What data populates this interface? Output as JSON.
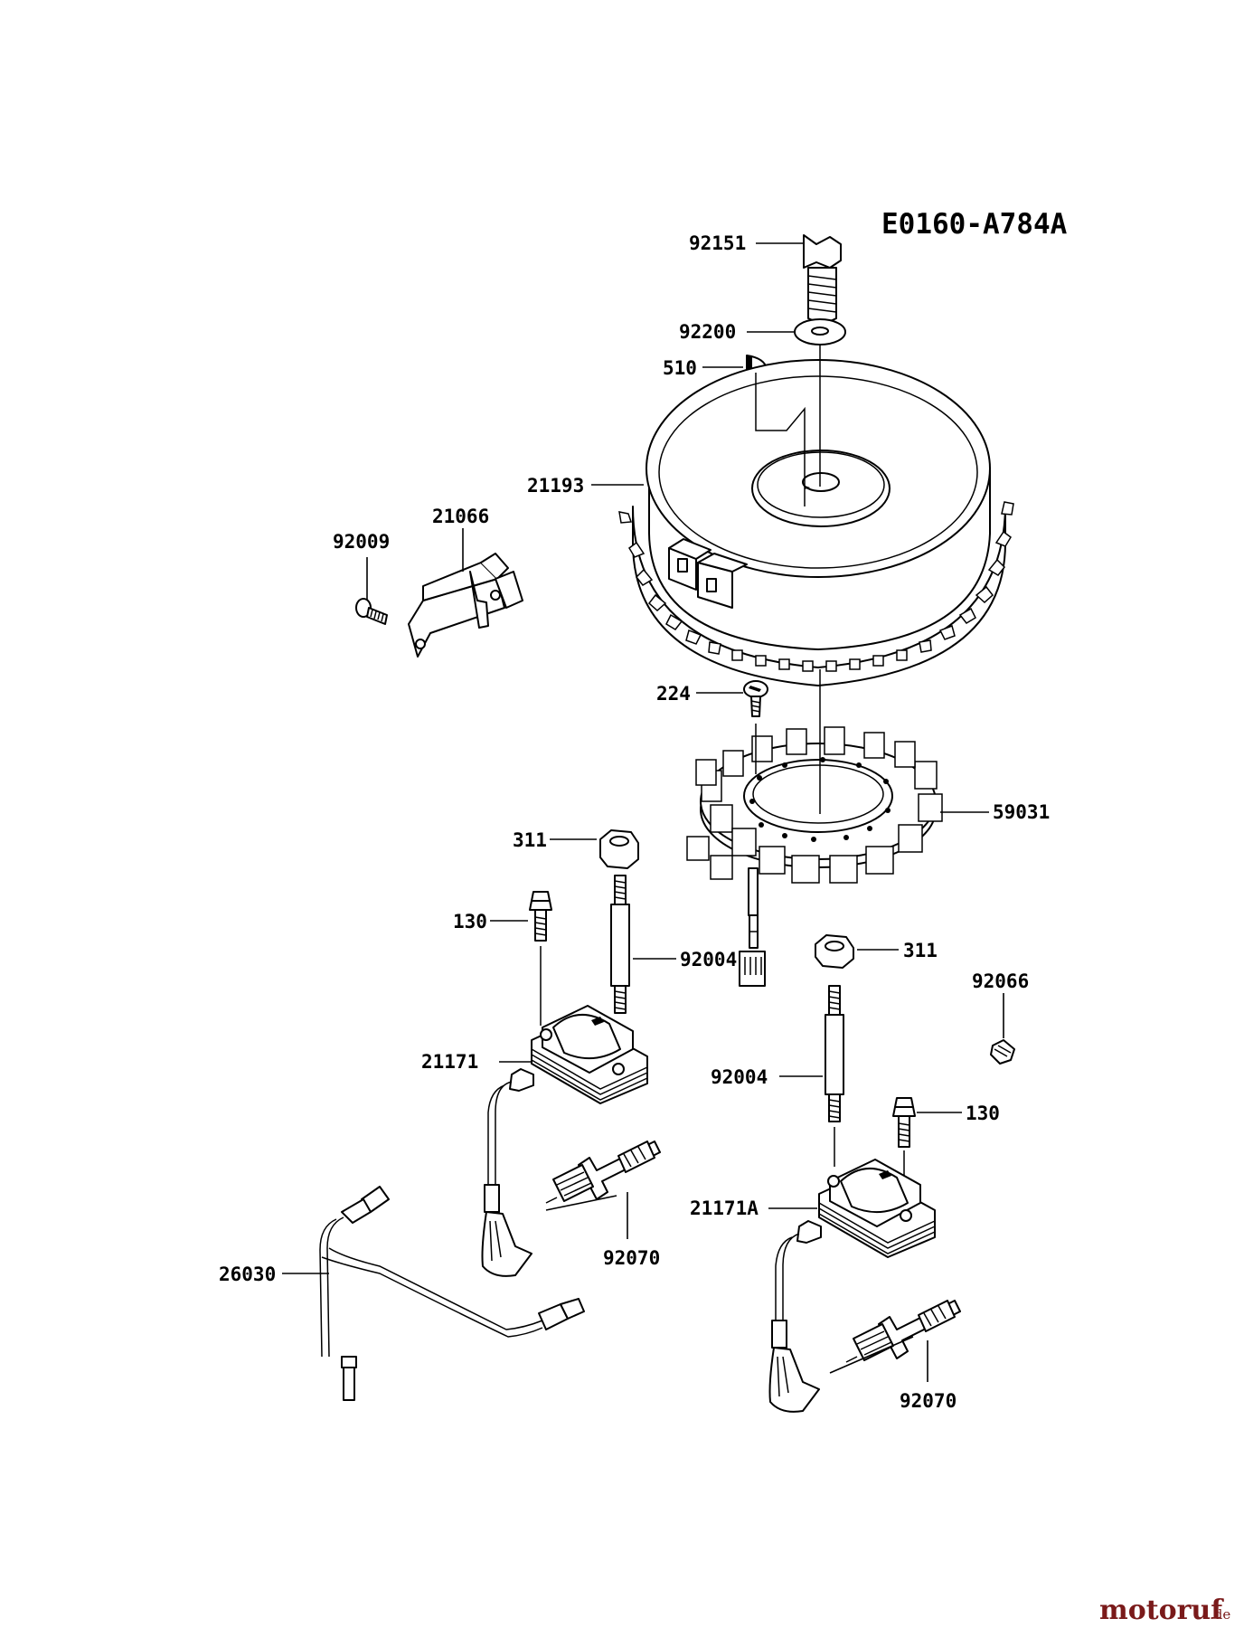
{
  "diagram_code": "E0160-A784A",
  "labels": {
    "p92151": "92151",
    "p92200": "92200",
    "p510": "510",
    "p21193": "21193",
    "p92009": "92009",
    "p21066": "21066",
    "p224": "224",
    "p59031": "59031",
    "p311_left": "311",
    "p130_left": "130",
    "p92004_left": "92004",
    "p311_right": "311",
    "p92066": "92066",
    "p21171": "21171",
    "p92004_right": "92004",
    "p130_right": "130",
    "p21171A": "21171A",
    "p26030": "26030",
    "p92070_left": "92070",
    "p92070_right": "92070"
  },
  "watermark": {
    "brand": "motoruf",
    "suffix": ".de"
  }
}
